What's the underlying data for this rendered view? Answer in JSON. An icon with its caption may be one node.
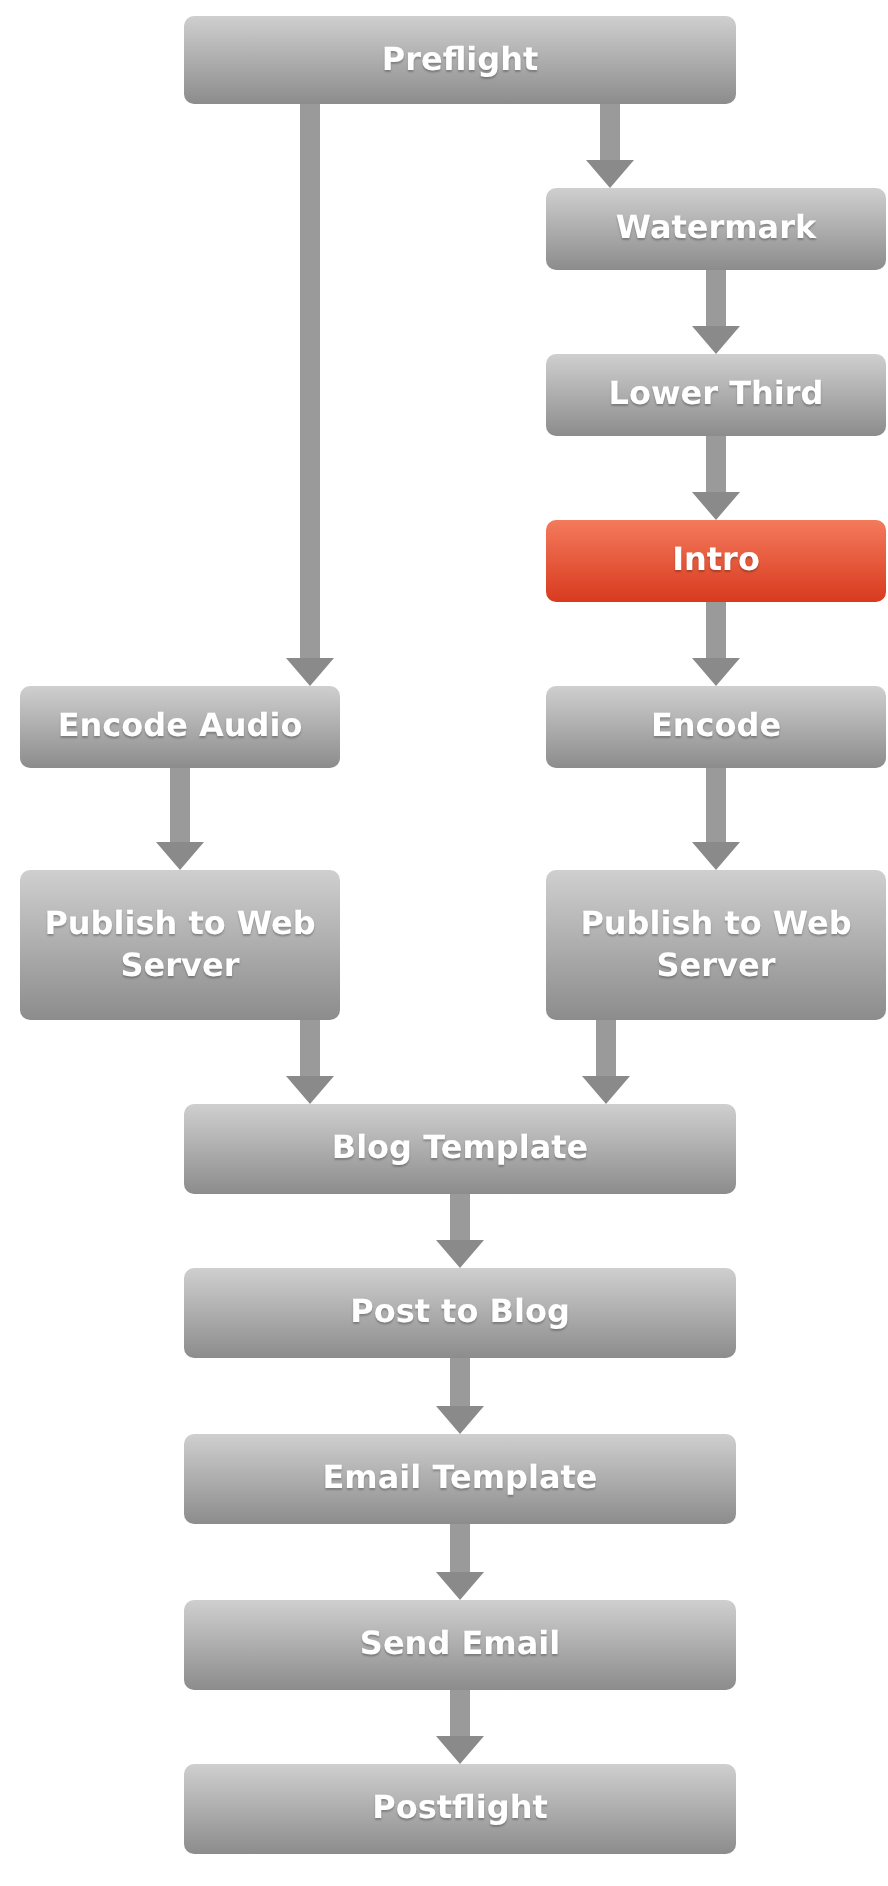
{
  "diagram": {
    "nodes": [
      {
        "text": [
          "Preflight"
        ]
      },
      {
        "text": [
          "Watermark"
        ]
      },
      {
        "text": [
          "Lower Third"
        ]
      },
      {
        "text": [
          "Intro"
        ]
      },
      {
        "text": [
          "Encode"
        ]
      },
      {
        "text": [
          "Encode Audio"
        ]
      },
      {
        "text": [
          "Publish to Web Server"
        ]
      },
      {
        "text": [
          "Publish to Web Server"
        ]
      },
      {
        "text": [
          "Blog Template"
        ]
      },
      {
        "text": [
          "Post to Blog"
        ]
      },
      {
        "text": [
          "Email Template"
        ]
      },
      {
        "text": [
          "Send Email"
        ]
      },
      {
        "text": [
          "Postflight"
        ]
      }
    ],
    "edges": [
      {
        "from": 0,
        "to": 1,
        "arrow": "to"
      },
      {
        "from": 0,
        "to": 5,
        "arrow": "to"
      },
      {
        "from": 1,
        "to": 2,
        "arrow": "to"
      },
      {
        "from": 2,
        "to": 3,
        "arrow": "to"
      },
      {
        "from": 3,
        "to": 4,
        "arrow": "to"
      },
      {
        "from": 5,
        "to": 6,
        "arrow": "to"
      },
      {
        "from": 4,
        "to": 7,
        "arrow": "to"
      },
      {
        "from": 6,
        "to": 8,
        "arrow": "to"
      },
      {
        "from": 7,
        "to": 8,
        "arrow": "to"
      },
      {
        "from": 8,
        "to": 9,
        "arrow": "to"
      },
      {
        "from": 9,
        "to": 10,
        "arrow": "to"
      },
      {
        "from": 10,
        "to": 11,
        "arrow": "to"
      },
      {
        "from": 11,
        "to": 12,
        "arrow": "to"
      }
    ]
  }
}
